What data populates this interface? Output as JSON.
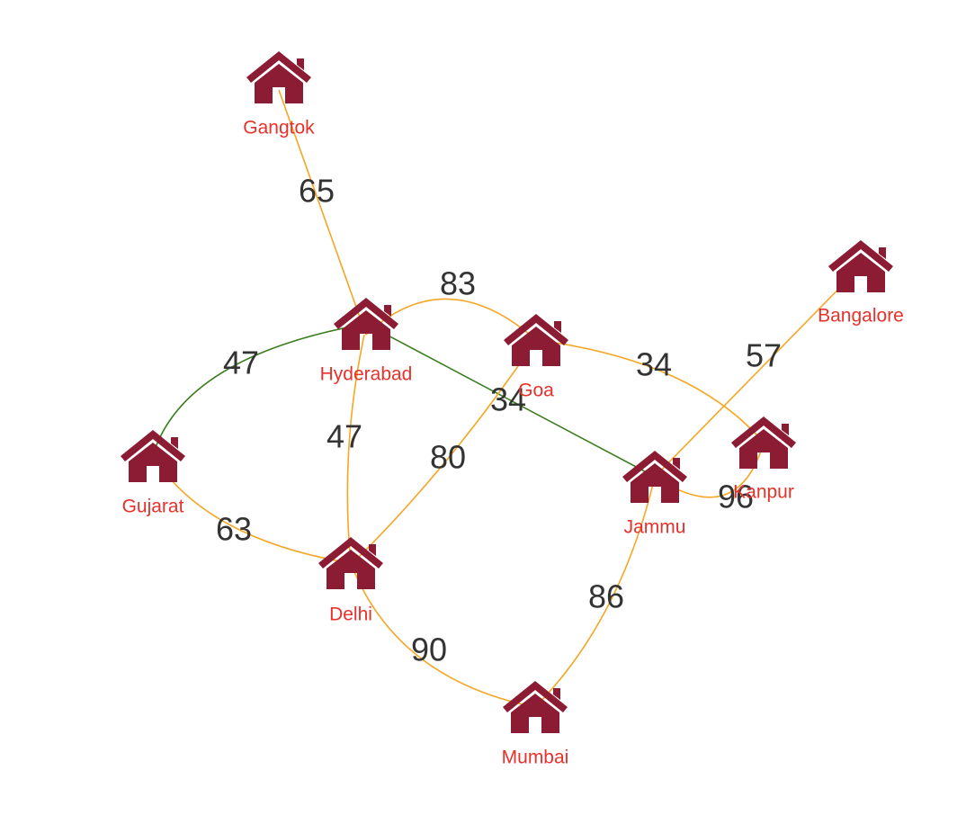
{
  "colors": {
    "edge_default": "#f5a623",
    "edge_highlight": "#3a7d1e",
    "node_icon": "#8b1c33",
    "node_label": "#e8312a",
    "weight_text": "#333333"
  },
  "graph": {
    "nodes": [
      {
        "id": "gangtok",
        "label": "Gangtok",
        "icon": "house-icon"
      },
      {
        "id": "hyderabad",
        "label": "Hyderabad",
        "icon": "house-icon"
      },
      {
        "id": "goa",
        "label": "Goa",
        "icon": "house-icon"
      },
      {
        "id": "bangalore",
        "label": "Bangalore",
        "icon": "house-icon"
      },
      {
        "id": "gujarat",
        "label": "Gujarat",
        "icon": "house-icon"
      },
      {
        "id": "delhi",
        "label": "Delhi",
        "icon": "house-icon"
      },
      {
        "id": "jammu",
        "label": "Jammu",
        "icon": "house-icon"
      },
      {
        "id": "kanpur",
        "label": "Kanpur",
        "icon": "house-icon"
      },
      {
        "id": "mumbai",
        "label": "Mumbai",
        "icon": "house-icon"
      }
    ],
    "edges": [
      {
        "from": "gangtok",
        "to": "hyderabad",
        "weight": "65",
        "highlighted": false
      },
      {
        "from": "hyderabad",
        "to": "goa",
        "weight": "83",
        "highlighted": false
      },
      {
        "from": "hyderabad",
        "to": "gujarat",
        "weight": "47",
        "highlighted": true
      },
      {
        "from": "hyderabad",
        "to": "delhi",
        "weight": "47",
        "highlighted": false
      },
      {
        "from": "hyderabad",
        "to": "jammu",
        "weight": "34",
        "highlighted": true
      },
      {
        "from": "goa",
        "to": "kanpur",
        "weight": "34",
        "highlighted": false
      },
      {
        "from": "goa",
        "to": "delhi",
        "weight": "80",
        "highlighted": false
      },
      {
        "from": "bangalore",
        "to": "jammu",
        "weight": "57",
        "highlighted": false
      },
      {
        "from": "gujarat",
        "to": "delhi",
        "weight": "63",
        "highlighted": false
      },
      {
        "from": "jammu",
        "to": "kanpur",
        "weight": "96",
        "highlighted": false
      },
      {
        "from": "jammu",
        "to": "mumbai",
        "weight": "86",
        "highlighted": false
      },
      {
        "from": "delhi",
        "to": "mumbai",
        "weight": "90",
        "highlighted": false
      }
    ]
  }
}
